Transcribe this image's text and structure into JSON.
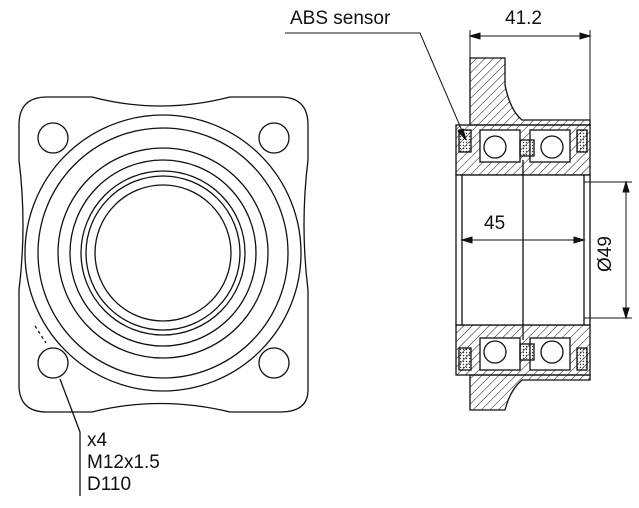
{
  "labels": {
    "abs_sensor": "ABS sensor",
    "width": "41.2",
    "inner_width": "45",
    "bore_diameter": "Ø49"
  },
  "bolt_spec": {
    "count": "x4",
    "thread": "M12x1.5",
    "pitch_circle": "D110"
  },
  "colors": {
    "line": "#111111",
    "section_hatch": "#111111",
    "seal_fill": "#555555"
  }
}
